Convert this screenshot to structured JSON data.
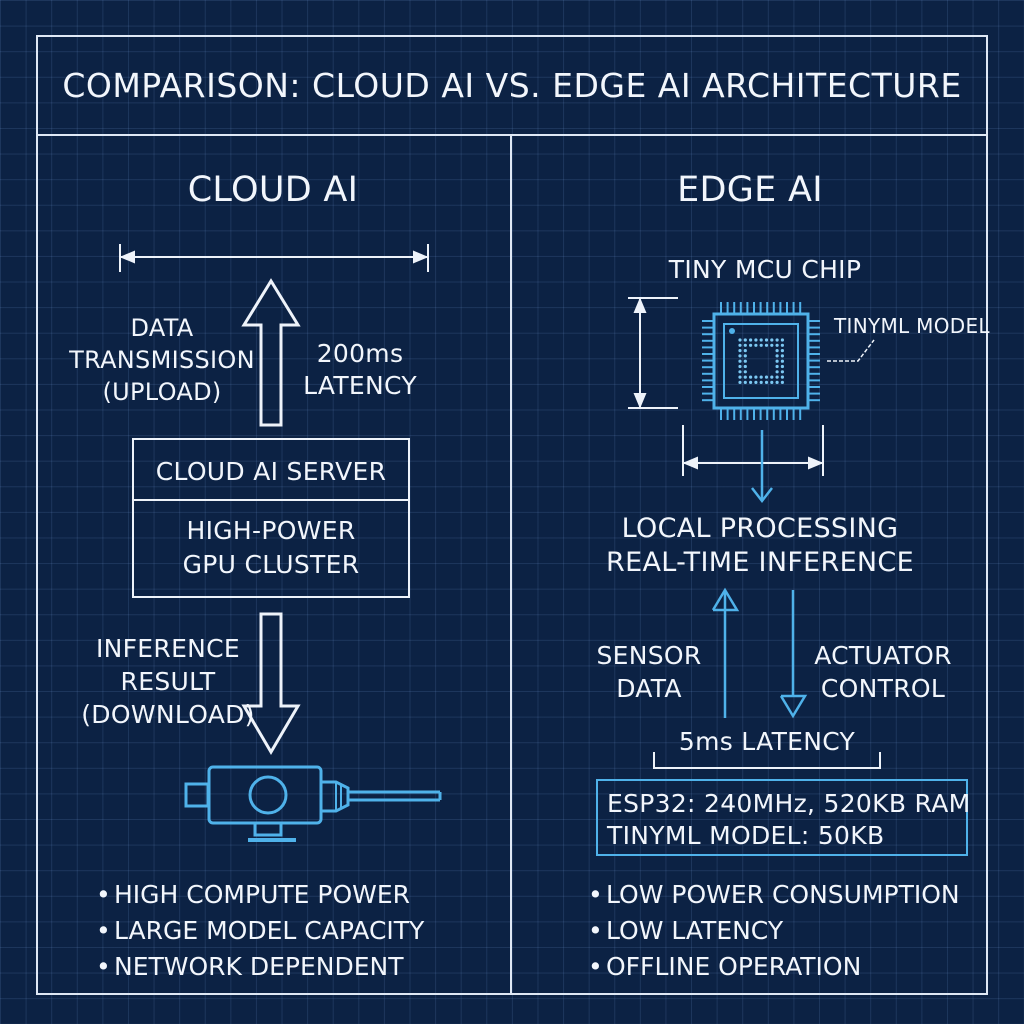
{
  "title": "COMPARISON: CLOUD AI VS. EDGE AI ARCHITECTURE",
  "cloud": {
    "heading": "CLOUD AI",
    "upload_label": [
      "DATA",
      "TRANSMISSION",
      "(UPLOAD)"
    ],
    "latency_label": [
      "200ms",
      "LATENCY"
    ],
    "server_label": "CLOUD AI SERVER",
    "gpu_label": [
      "HIGH-POWER",
      "GPU CLUSTER"
    ],
    "download_label": [
      "INFERENCE",
      "RESULT",
      "(DOWNLOAD)"
    ],
    "camera_icon": "camera-device-icon",
    "bullets": [
      "HIGH COMPUTE POWER",
      "LARGE MODEL CAPACITY",
      "NETWORK DEPENDENT"
    ]
  },
  "edge": {
    "heading": "EDGE AI",
    "chip_label": "TINY MCU CHIP",
    "model_callout": "TINYML MODEL",
    "chip_icon": "mcu-chip-icon",
    "processing_label": [
      "LOCAL PROCESSING",
      "REAL-TIME INFERENCE"
    ],
    "sensor_label": [
      "SENSOR",
      "DATA"
    ],
    "actuator_label": [
      "ACTUATOR",
      "CONTROL"
    ],
    "latency_label": "5ms LATENCY",
    "spec_lines": [
      "ESP32: 240MHz, 520KB RAM",
      "TINYML MODEL: 50KB"
    ],
    "bullets": [
      "LOW POWER CONSUMPTION",
      "LOW LATENCY",
      "OFFLINE OPERATION"
    ]
  },
  "colors": {
    "background": "#0c2244",
    "line": "#dfe8f5",
    "accent": "#4fb2ea"
  }
}
